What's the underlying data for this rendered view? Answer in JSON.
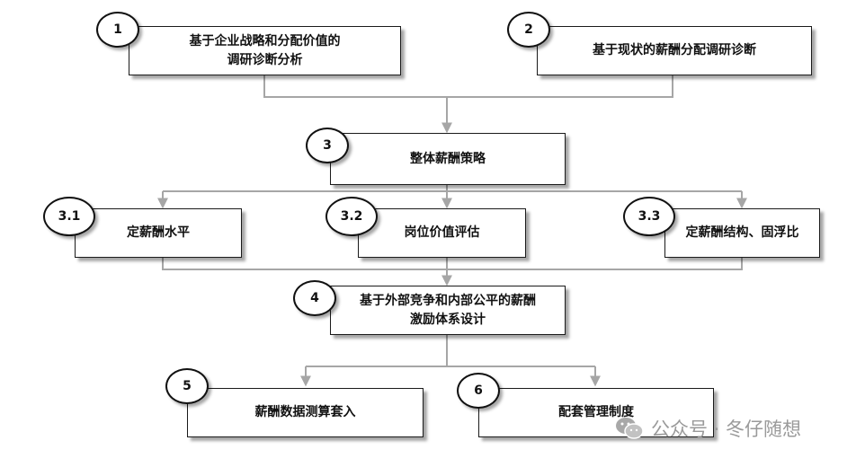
{
  "nodes": {
    "n1": {
      "badge": "1",
      "text": "基于企业战略和分配价值的\n调研诊断分析"
    },
    "n2": {
      "badge": "2",
      "text": "基于现状的薪酬分配调研诊断"
    },
    "n3": {
      "badge": "3",
      "text": "整体薪酬策略"
    },
    "n31": {
      "badge": "3.1",
      "text": "定薪酬水平"
    },
    "n32": {
      "badge": "3.2",
      "text": "岗位价值评估"
    },
    "n33": {
      "badge": "3.3",
      "text": "定薪酬结构、固浮比"
    },
    "n4": {
      "badge": "4",
      "text": "基于外部竞争和内部公平的薪酬\n激励体系设计"
    },
    "n5": {
      "badge": "5",
      "text": "薪酬数据测算套入"
    },
    "n6": {
      "badge": "6",
      "text": "配套管理制度"
    }
  },
  "watermark": {
    "text": "公众号 · 冬仔随想",
    "icon": "wechat-icon"
  },
  "colors": {
    "connector": "#a6a6a6",
    "border": "#1a1a1a"
  }
}
